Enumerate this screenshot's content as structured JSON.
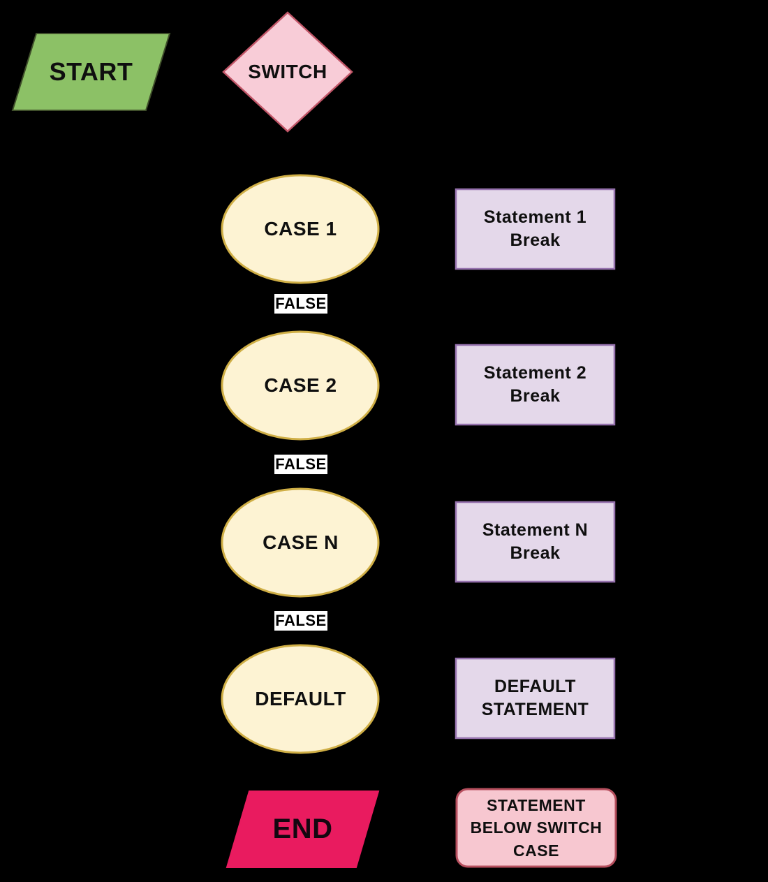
{
  "flowchart": {
    "background": "#000000",
    "nodes": {
      "start": {
        "label": "START",
        "fill": "#8cc166",
        "border": "#3f4e2a"
      },
      "switch": {
        "label": "SWITCH",
        "fill": "#f8ccd7",
        "border": "#c15668"
      },
      "end": {
        "label": "END",
        "fill": "#e91b5f",
        "border": "#e91b5f"
      },
      "below_switch": {
        "label": "STATEMENT\nBELOW SWITCH\nCASE",
        "fill": "#f7c7d0",
        "border": "#b64f5e"
      }
    },
    "case_style": {
      "fill": "#fdf3d3",
      "border": "#cfae45"
    },
    "statement_style": {
      "fill": "#e4d8ea",
      "border": "#9672ae"
    },
    "false_style": {
      "bg": "#ffffff",
      "text": "#000000"
    },
    "rows": [
      {
        "case": "CASE 1",
        "statement": "Statement 1\nBreak",
        "false_label": "FALSE"
      },
      {
        "case": "CASE 2",
        "statement": "Statement 2\nBreak",
        "false_label": "FALSE"
      },
      {
        "case": "CASE N",
        "statement": "Statement N\nBreak",
        "false_label": "FALSE"
      },
      {
        "case": "DEFAULT",
        "statement": "DEFAULT\nSTATEMENT"
      }
    ]
  }
}
